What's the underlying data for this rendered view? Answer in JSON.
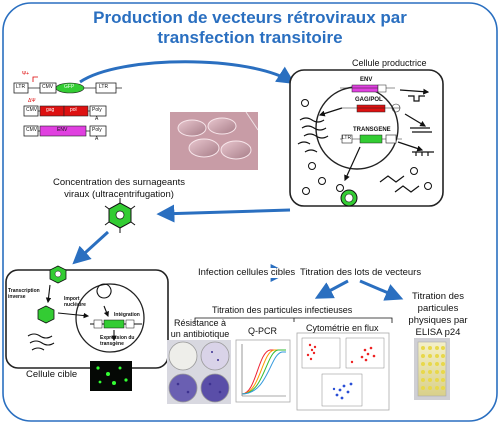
{
  "title_line1": "Production de vecteurs rétroviraux par",
  "title_line2": "transfection transitoire",
  "producer_cell": {
    "label": "Cellule productrice",
    "env": "ENV",
    "gagpol": "GAG/POL",
    "transgene": "TRANSGENE",
    "ltr": "LTR"
  },
  "plasmids": {
    "psi": "Ψ+",
    "delta_psi": "ΔΨ",
    "gfp": "GFP",
    "gag": "gag",
    "pol": "pol",
    "env": "ENV",
    "ltr": "LTR",
    "cmv": "CMV",
    "polya": "Poly",
    "a": "A"
  },
  "concentration": {
    "line1": "Concentration des surnageants",
    "line2": "viraux (ultracentrifugation)"
  },
  "target_cell": {
    "label": "Cellule cible",
    "transcription": "Transcription inverse",
    "import": "Import nucléaire",
    "integration": "Intégration",
    "expression": "Expression du transgène"
  },
  "infection_label": "Infection cellules cibles",
  "titration_lots": "Titration des lots de vecteurs",
  "titration_infectious": "Titration des particules infectieuses",
  "resistance_line1": "Résistance à",
  "resistance_line2": "un antibiotique",
  "qpcr": "Q-PCR",
  "cytometry": "Cytométrie en flux",
  "titration_physical": {
    "line1": "Titration des",
    "line2": "particules",
    "line3": "physiques par",
    "line4": "ELISA p24"
  },
  "colors": {
    "title": "#2a6fc0",
    "arrow": "#2a6fc0",
    "gfp": "#33cc33",
    "gag": "#dd1111",
    "env": "#e040e0"
  }
}
